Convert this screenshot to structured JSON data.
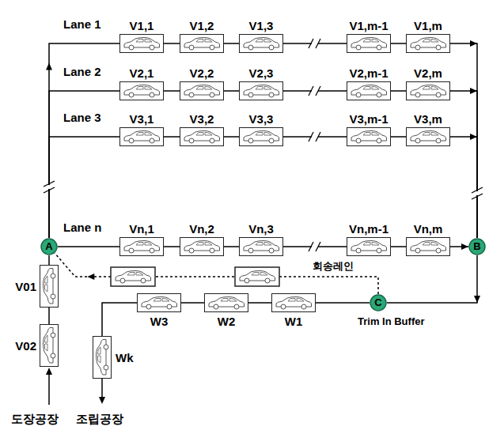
{
  "diagram": {
    "nodes": [
      {
        "text": [
          "V1,1"
        ]
      },
      {
        "text": [
          "V1,2"
        ]
      },
      {
        "text": [
          "V1,3"
        ]
      },
      {
        "text": [
          "V1,m-1"
        ]
      },
      {
        "text": [
          "V1,m"
        ]
      },
      {
        "text": [
          "V2,1"
        ]
      },
      {
        "text": [
          "V2,2"
        ]
      },
      {
        "text": [
          "V2,3"
        ]
      },
      {
        "text": [
          "V2,m-1"
        ]
      },
      {
        "text": [
          "V2,m"
        ]
      },
      {
        "text": [
          "V3,1"
        ]
      },
      {
        "text": [
          "V3,2"
        ]
      },
      {
        "text": [
          "V3,3"
        ]
      },
      {
        "text": [
          "V3,m-1"
        ]
      },
      {
        "text": [
          "V3,m"
        ]
      },
      {
        "text": [
          "Vn,1"
        ]
      },
      {
        "text": [
          "Vn,2"
        ]
      },
      {
        "text": [
          "Vn,3"
        ]
      },
      {
        "text": [
          "Vn,m-1"
        ]
      },
      {
        "text": [
          "Vn,m"
        ]
      },
      {
        "text": [
          "A"
        ]
      },
      {
        "text": [
          "B"
        ]
      },
      {
        "text": [
          "C"
        ]
      },
      {
        "text": [
          "W1"
        ]
      },
      {
        "text": [
          "W2"
        ]
      },
      {
        "text": [
          "W3"
        ]
      },
      {
        "text": [
          "V01"
        ]
      },
      {
        "text": [
          "V02"
        ]
      },
      {
        "text": [
          "Wk"
        ]
      }
    ],
    "edges": [
      {
        "from": 20,
        "to": 0,
        "arrow": "to"
      },
      {
        "from": 0,
        "to": 1,
        "arrow": "none"
      },
      {
        "from": 1,
        "to": 2,
        "arrow": "none"
      },
      {
        "from": 2,
        "to": 3,
        "arrow": "none"
      },
      {
        "from": 3,
        "to": 4,
        "arrow": "none"
      },
      {
        "from": 4,
        "to": 21,
        "arrow": "to"
      },
      {
        "from": 20,
        "to": 5,
        "arrow": "none"
      },
      {
        "from": 5,
        "to": 6,
        "arrow": "none"
      },
      {
        "from": 6,
        "to": 7,
        "arrow": "none"
      },
      {
        "from": 7,
        "to": 8,
        "arrow": "none"
      },
      {
        "from": 8,
        "to": 9,
        "arrow": "none"
      },
      {
        "from": 9,
        "to": 21,
        "arrow": "to"
      },
      {
        "from": 20,
        "to": 10,
        "arrow": "none"
      },
      {
        "from": 10,
        "to": 11,
        "arrow": "none"
      },
      {
        "from": 11,
        "to": 12,
        "arrow": "none"
      },
      {
        "from": 12,
        "to": 13,
        "arrow": "none"
      },
      {
        "from": 13,
        "to": 14,
        "arrow": "none"
      },
      {
        "from": 14,
        "to": 21,
        "arrow": "to"
      },
      {
        "from": 20,
        "to": 15,
        "arrow": "none"
      },
      {
        "from": 15,
        "to": 16,
        "arrow": "none"
      },
      {
        "from": 16,
        "to": 17,
        "arrow": "none"
      },
      {
        "from": 17,
        "to": 18,
        "arrow": "none"
      },
      {
        "from": 18,
        "to": 19,
        "arrow": "none"
      },
      {
        "from": 19,
        "to": 21,
        "arrow": "to"
      },
      {
        "from": 27,
        "to": 26,
        "arrow": "none"
      },
      {
        "from": 26,
        "to": 20,
        "arrow": "none"
      },
      {
        "from": 21,
        "to": 22,
        "arrow": "to"
      },
      {
        "from": 22,
        "to": 23,
        "arrow": "none"
      },
      {
        "from": 23,
        "to": 24,
        "arrow": "none"
      },
      {
        "from": 24,
        "to": 25,
        "arrow": "none"
      },
      {
        "from": 25,
        "to": 28,
        "arrow": "none"
      },
      {
        "from": 22,
        "to": 20,
        "arrow": "to"
      }
    ],
    "labels": [
      "Lane 1",
      "Lane 2",
      "Lane 3",
      "Lane n",
      "회송레인",
      "Trim In Buffer",
      "도장공장",
      "조립공장"
    ]
  }
}
